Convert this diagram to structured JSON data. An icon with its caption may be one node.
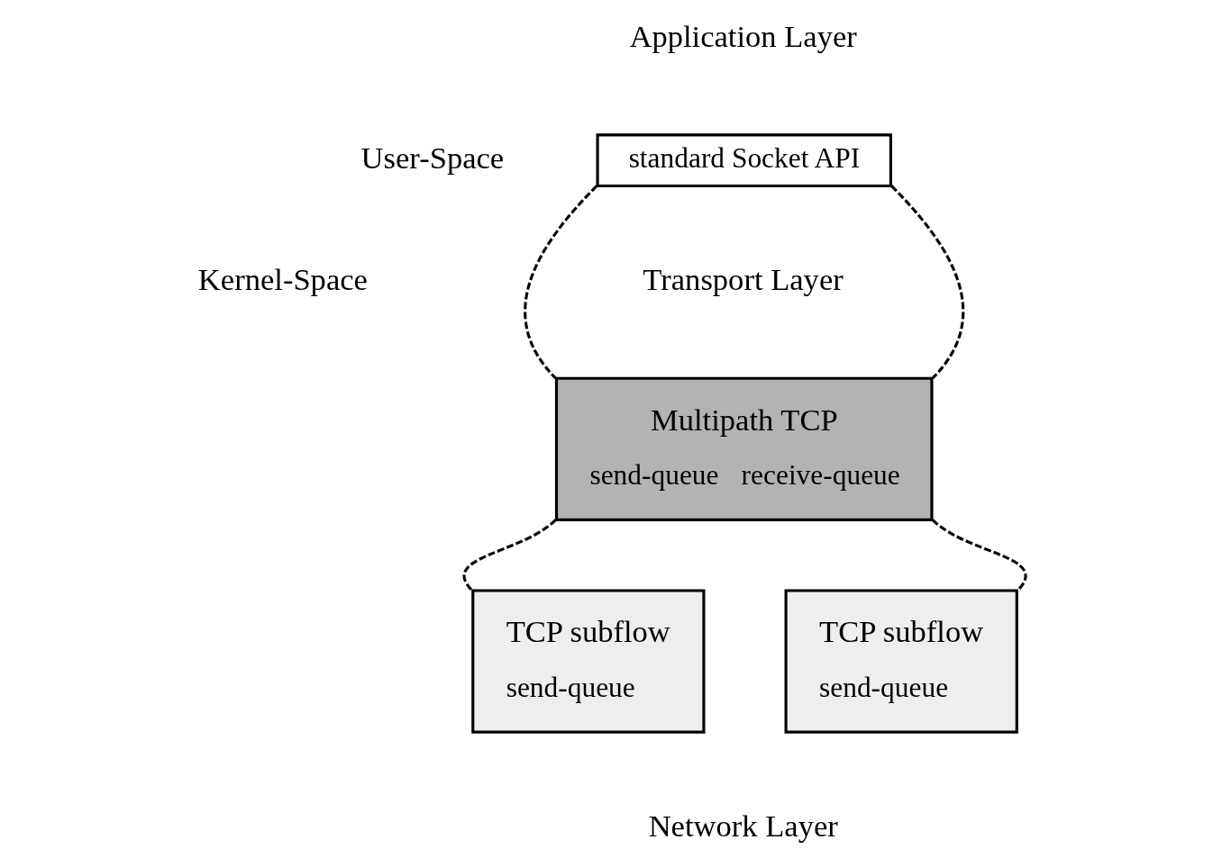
{
  "diagram": {
    "nodes": [
      {
        "text": [
          "standard Socket API"
        ]
      },
      {
        "text": [
          "Multipath TCP",
          "send-queue",
          "receive-queue"
        ]
      },
      {
        "text": [
          "TCP subflow",
          "send-queue"
        ]
      },
      {
        "text": [
          "TCP subflow",
          "send-queue"
        ]
      }
    ],
    "edges": [
      {
        "from": 0,
        "to": 1,
        "arrow": "none",
        "style": "dashed"
      },
      {
        "from": 0,
        "to": 1,
        "arrow": "none",
        "style": "dashed"
      },
      {
        "from": 1,
        "to": 2,
        "arrow": "none",
        "style": "dashed"
      },
      {
        "from": 1,
        "to": 3,
        "arrow": "none",
        "style": "dashed"
      }
    ],
    "labels": [
      "Application Layer",
      "User-Space",
      "Transport Layer",
      "Kernel-Space",
      "Network Layer"
    ]
  }
}
